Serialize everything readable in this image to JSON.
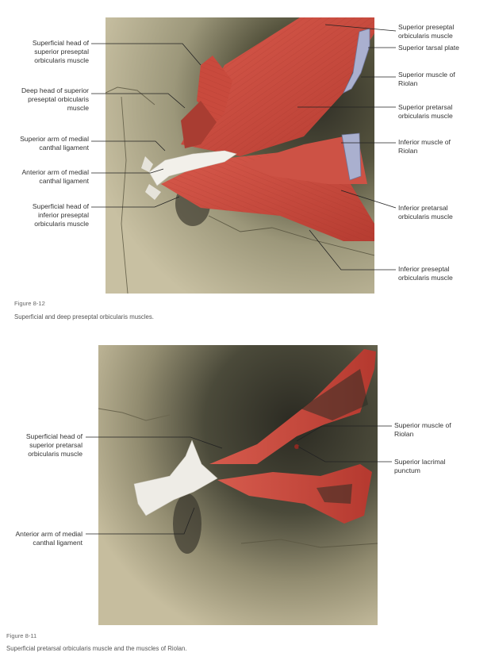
{
  "figure1": {
    "number": "Figure 8-12",
    "caption": "Superficial and deep preseptal orbicularis muscles.",
    "labels": {
      "superficial_head_superior_preseptal": "Superficial head of\nsuperior preseptal\norbicularis muscle",
      "deep_head_superior_preseptal": "Deep head of superior\npreseptal orbicularis\nmuscle",
      "superior_arm_medial_canthal": "Superior arm of medial\ncanthal ligament",
      "anterior_arm_medial_canthal": "Anterior arm of medial\ncanthal ligament",
      "superficial_head_inferior_preseptal": "Superficial head of\ninferior preseptal\norbicularis muscle",
      "superior_preseptal": "Superior preseptal\norbicularis muscle",
      "superior_tarsal_plate": "Superior tarsal plate",
      "superior_muscle_riolan": "Superior muscle of\nRiolan",
      "superior_pretarsal": "Superior pretarsal\norbicularis muscle",
      "inferior_muscle_riolan": "Inferior muscle of\nRiolan",
      "inferior_pretarsal": "Inferior pretarsal\norbicularis muscle",
      "inferior_preseptal": "Inferior preseptal\norbicularis muscle"
    }
  },
  "figure2": {
    "number": "Figure 8-11",
    "caption": "Superficial pretarsal orbicularis muscle and the muscles of Riolan.",
    "labels": {
      "superficial_head_superior_pretarsal": "Superficial head of\nsuperior pretarsal\norbicularis muscle",
      "anterior_arm_medial_canthal": "Anterior arm of medial\ncanthal ligament",
      "superior_muscle_riolan": "Superior muscle of\nRiolan",
      "superior_lacrimal_punctum": "Superior lacrimal\npunctum"
    }
  },
  "colors": {
    "muscle": "#c94a3d",
    "muscle_dark": "#9e2f26",
    "muscle_light": "#e0746a",
    "bone": "#c9c1a3",
    "bone_shadow": "#4f4d3e",
    "ligament": "#f2f0ea",
    "tarsal": "#aab0cf"
  }
}
